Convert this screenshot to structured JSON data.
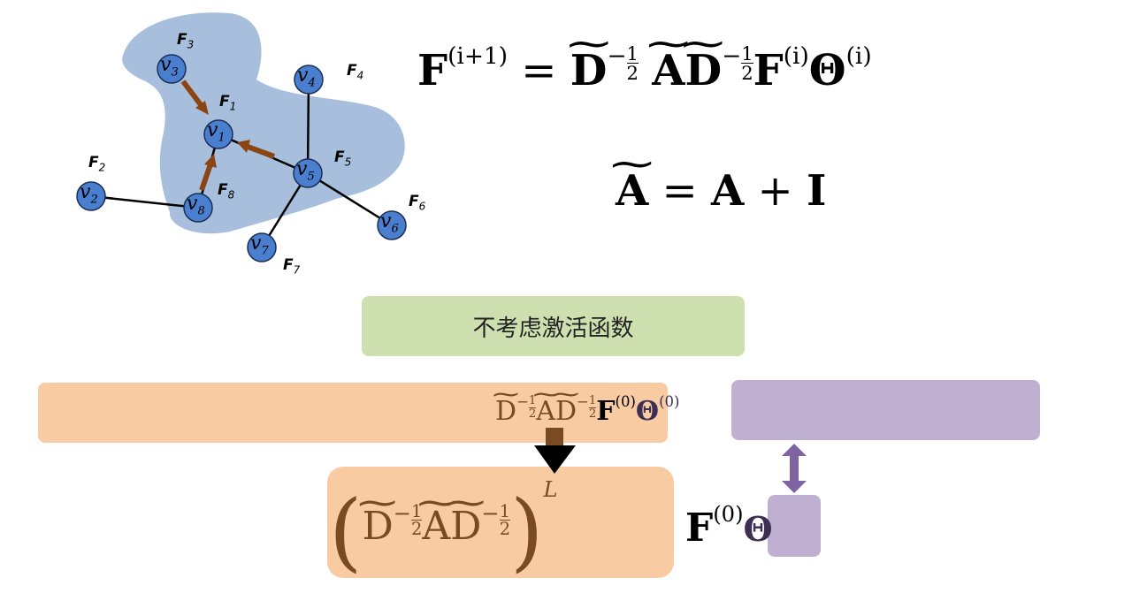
{
  "graph": {
    "nodes": [
      {
        "id": "v3",
        "name": "v",
        "sub": "3"
      },
      {
        "id": "v4",
        "name": "v",
        "sub": "4"
      },
      {
        "id": "v1",
        "name": "v",
        "sub": "1"
      },
      {
        "id": "v5",
        "name": "v",
        "sub": "5"
      },
      {
        "id": "v2",
        "name": "v",
        "sub": "2"
      },
      {
        "id": "v8",
        "name": "v",
        "sub": "8"
      },
      {
        "id": "v7",
        "name": "v",
        "sub": "7"
      },
      {
        "id": "v6",
        "name": "v",
        "sub": "6"
      }
    ],
    "features": [
      {
        "name": "F",
        "sub": "3"
      },
      {
        "name": "F",
        "sub": "4"
      },
      {
        "name": "F",
        "sub": "1"
      },
      {
        "name": "F",
        "sub": "5"
      },
      {
        "name": "F",
        "sub": "2"
      },
      {
        "name": "F",
        "sub": "8"
      },
      {
        "name": "F",
        "sub": "6"
      },
      {
        "name": "F",
        "sub": "7"
      }
    ],
    "colors": {
      "node": "#4a7fd0",
      "region": "#a7bfdd",
      "arrow": "#8b4513"
    }
  },
  "formula1": {
    "lhs": "F",
    "lhs_sup": "(i+1)",
    "eq": "=",
    "D": "D",
    "neg": "−",
    "half_num": "1",
    "half_den": "2",
    "A": "A",
    "F": "F",
    "F_sup": "(i)",
    "Theta": "Θ",
    "Theta_sup": "(i)"
  },
  "formula2": {
    "A_tilde": "A",
    "eq": "=",
    "A": "A",
    "plus": "+",
    "I": "I"
  },
  "note": {
    "text": "不考虑激活函数"
  },
  "bottom": {
    "top_expr": {
      "D": "D",
      "neg": "−",
      "num": "1",
      "den": "2",
      "A": "A",
      "F": "F",
      "F_sup": "(0)",
      "Theta": "Θ",
      "Theta_sup": "(0)"
    },
    "lower_expr": {
      "lparen": "(",
      "rparen": ")",
      "L": "L",
      "F": "F",
      "F_sup": "(0)",
      "Theta": "Θ"
    },
    "colors": {
      "orange": "#f9cba2",
      "purple": "#bfb0d1",
      "green": "#cfe0b0"
    }
  }
}
